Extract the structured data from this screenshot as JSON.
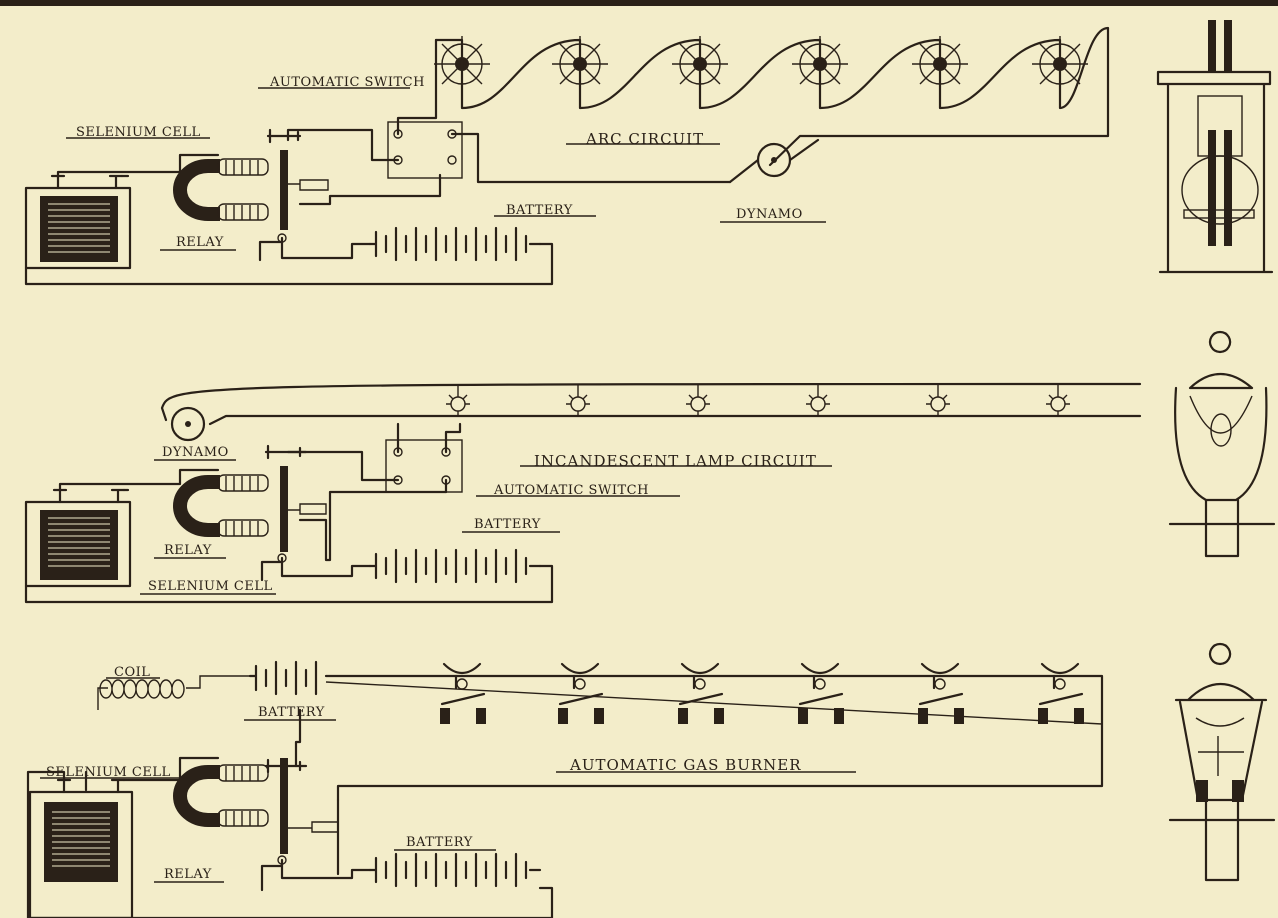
{
  "labels": {
    "arc_circuit": "ARC CIRCUIT",
    "automatic_switch_1": "AUTOMATIC SWITCH",
    "selenium_cell_1": "SELENIUM CELL",
    "relay_1": "RELAY",
    "battery_1": "BATTERY",
    "dynamo_1": "DYNAMO",
    "dynamo_2": "DYNAMO",
    "incandescent_circuit": "INCANDESCENT LAMP CIRCUIT",
    "automatic_switch_2": "AUTOMATIC SWITCH",
    "relay_2": "RELAY",
    "battery_2": "BATTERY",
    "selenium_cell_2": "SELENIUM CELL",
    "coil": "COIL",
    "battery_3": "BATTERY",
    "selenium_cell_3": "SELENIUM CELL",
    "relay_3": "RELAY",
    "battery_4": "BATTERY",
    "gas_burner": "AUTOMATIC GAS BURNER"
  },
  "counts": {
    "arc_lamps": 6,
    "incandescent_lamps": 6,
    "gas_burners": 6
  },
  "colors": {
    "paper": "#f3edca",
    "ink": "#2a2118"
  }
}
